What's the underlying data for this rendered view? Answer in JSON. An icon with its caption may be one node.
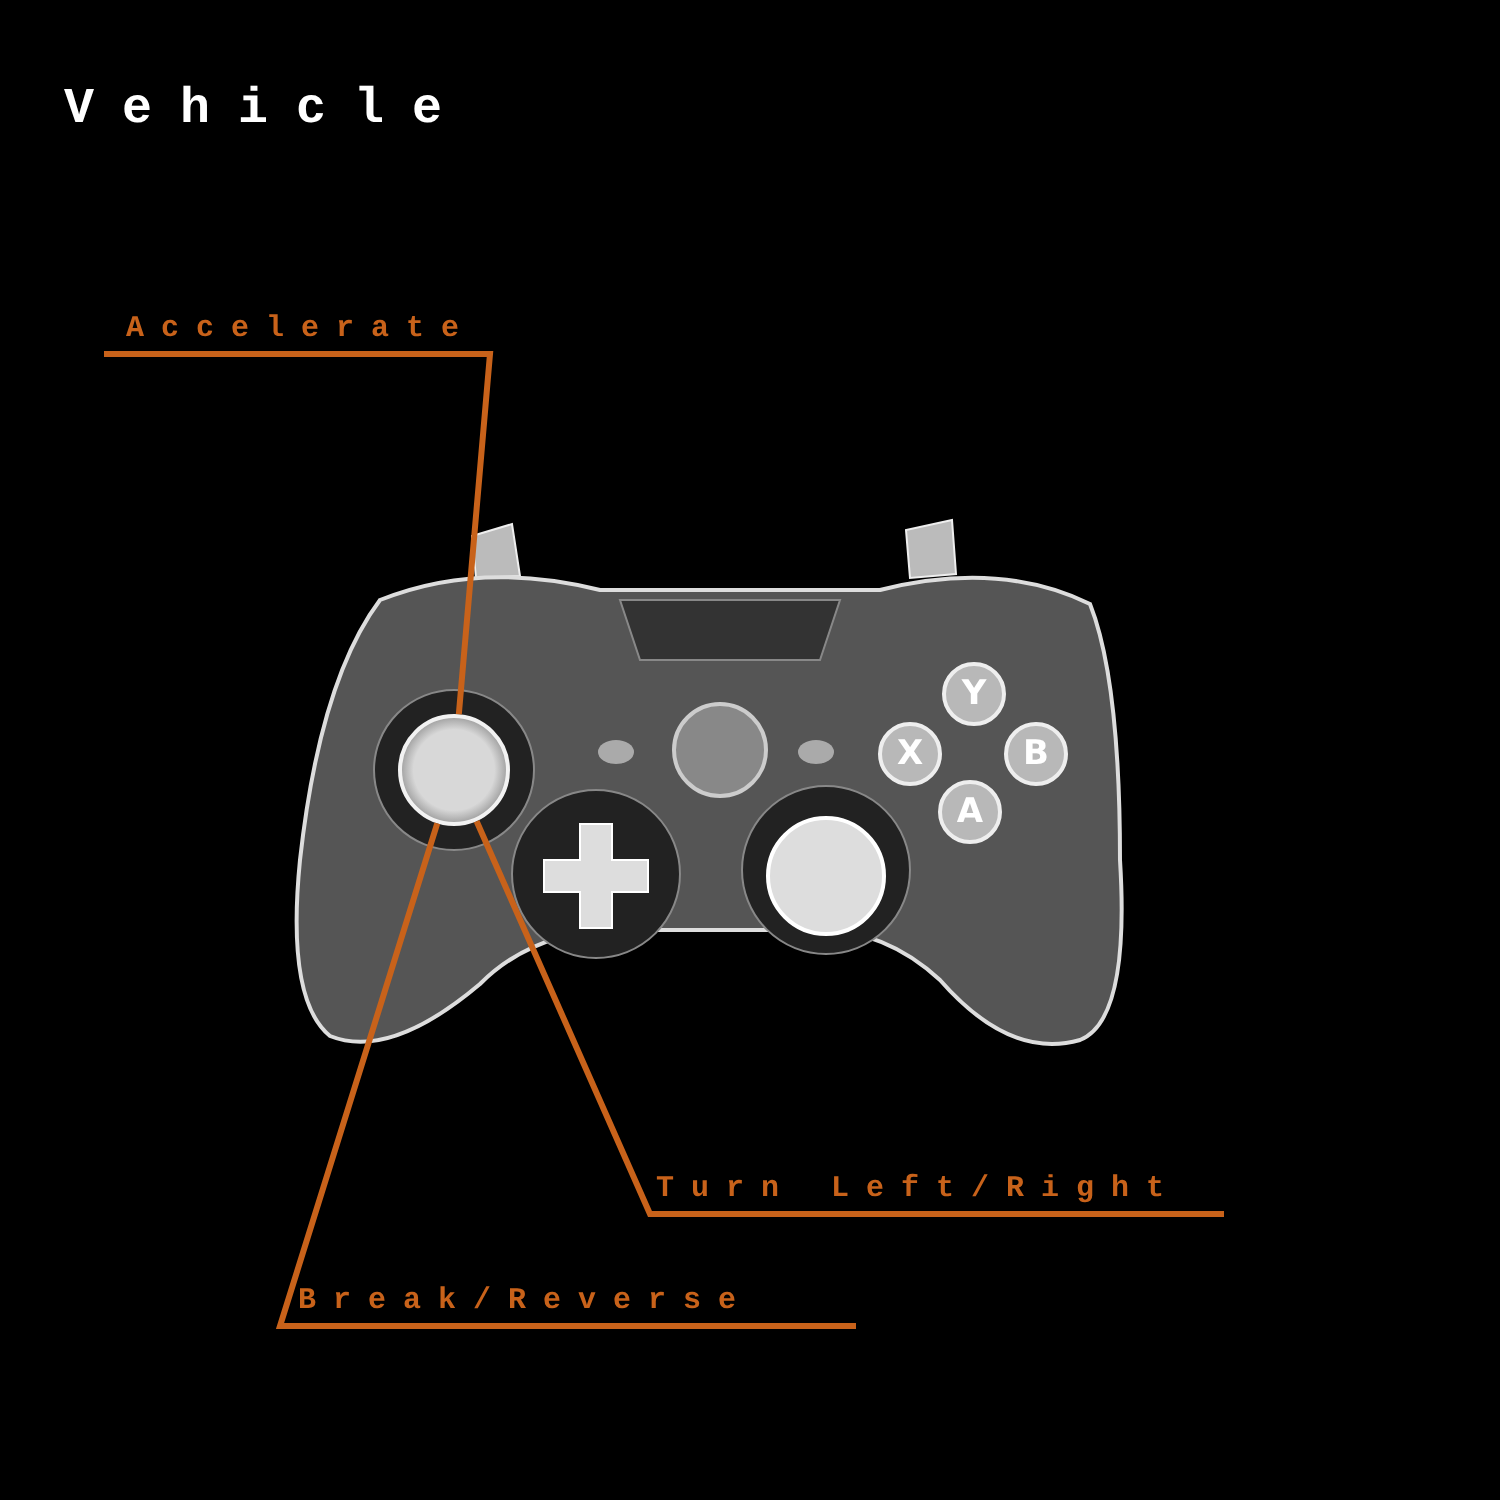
{
  "diagram": {
    "title": "Vehicle",
    "nodes": [
      {
        "text": [
          "Accelerate"
        ]
      },
      {
        "text": [],
        "shape": "picture"
      },
      {
        "text": [],
        "shape": "circle",
        "in": 1
      },
      {
        "text": [
          "Y"
        ],
        "in": 1
      },
      {
        "text": [
          "X"
        ],
        "in": 1
      },
      {
        "text": [
          "B"
        ],
        "in": 1
      },
      {
        "text": [
          "A"
        ],
        "in": 1
      },
      {
        "text": [
          "Turn Left/Right"
        ]
      },
      {
        "text": [
          "Break/Reverse"
        ]
      }
    ],
    "edges": [
      {
        "from": 0,
        "to": 2,
        "arrow": "none"
      },
      {
        "from": 7,
        "to": 2,
        "arrow": "none"
      },
      {
        "from": 8,
        "to": 2,
        "arrow": "none"
      }
    ]
  }
}
